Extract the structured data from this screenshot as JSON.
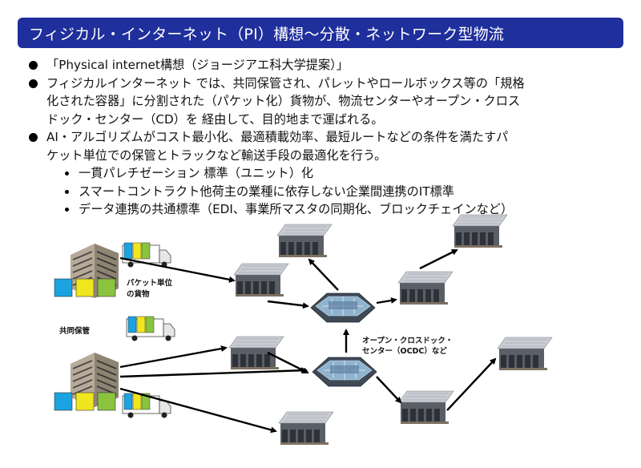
{
  "title": "フィジカル・インターネット（PI）構想～分散・ネットワーク型物流",
  "bullets": {
    "b1": [
      "「Physical internet構想（ジョージアエ科大学提案）」"
    ],
    "b2": [
      "フィジカルインターネット では、共同保管され、パレットやロールボックス等の「規格",
      "化された容器」に分割された（パケット化）貨物が、物流センターやオープン・クロス",
      "ドック・センター（CD）を 経由して、目的地まで運ばれる。"
    ],
    "b3": [
      "AI・アルゴリズムがコスト最小化、最適積載効率、最短ルートなどの条件を満たすパ",
      "ケット単位での保管とトラックなど輸送手段の最適化を行う。"
    ],
    "subs": [
      "一貫パレチゼーション 標準（ユニット）化",
      "スマートコントラクト他荷主の業種に依存しない企業間連携のIT標準",
      "データ連携の共通標準（EDI、事業所マスタの同期化、ブロックチェインなど）"
    ]
  },
  "diagram": {
    "labels": {
      "packet_line1": "パケット単位",
      "packet_line2": "の貨物",
      "shared_storage": "共同保管",
      "ocdc_line1": "オープン・クロスドック・",
      "ocdc_line2": "センター（OCDC）など"
    },
    "colors": {
      "title_bar": "#1f2f9c",
      "box_blue": "#1aa3e0",
      "box_yellow": "#f0e61e",
      "box_green": "#8ac43f"
    }
  }
}
